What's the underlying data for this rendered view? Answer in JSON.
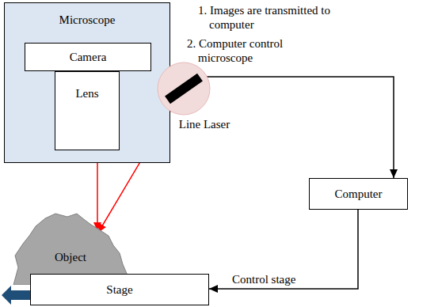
{
  "diagram": {
    "nodes": [
      {
        "text": [
          "Microscope"
        ]
      },
      {
        "text": [
          "Camera"
        ],
        "in": 0
      },
      {
        "text": [
          "Lens"
        ],
        "in": 0
      },
      {
        "text": [
          "Line Laser"
        ]
      },
      {
        "text": [
          "Object"
        ]
      },
      {
        "text": [
          "Stage"
        ]
      },
      {
        "text": [
          "Computer"
        ]
      }
    ],
    "edges": [
      {
        "from": 0,
        "to": 6,
        "arrow": "both"
      },
      {
        "from": 2,
        "to": 4,
        "arrow": "both"
      },
      {
        "from": 3,
        "to": 4,
        "arrow": "to"
      },
      {
        "from": 6,
        "to": 5,
        "arrow": "to",
        "label": "Control stage"
      }
    ],
    "labels": [
      "1. Images are transmitted to computer",
      "2. Computer control microscope"
    ]
  }
}
